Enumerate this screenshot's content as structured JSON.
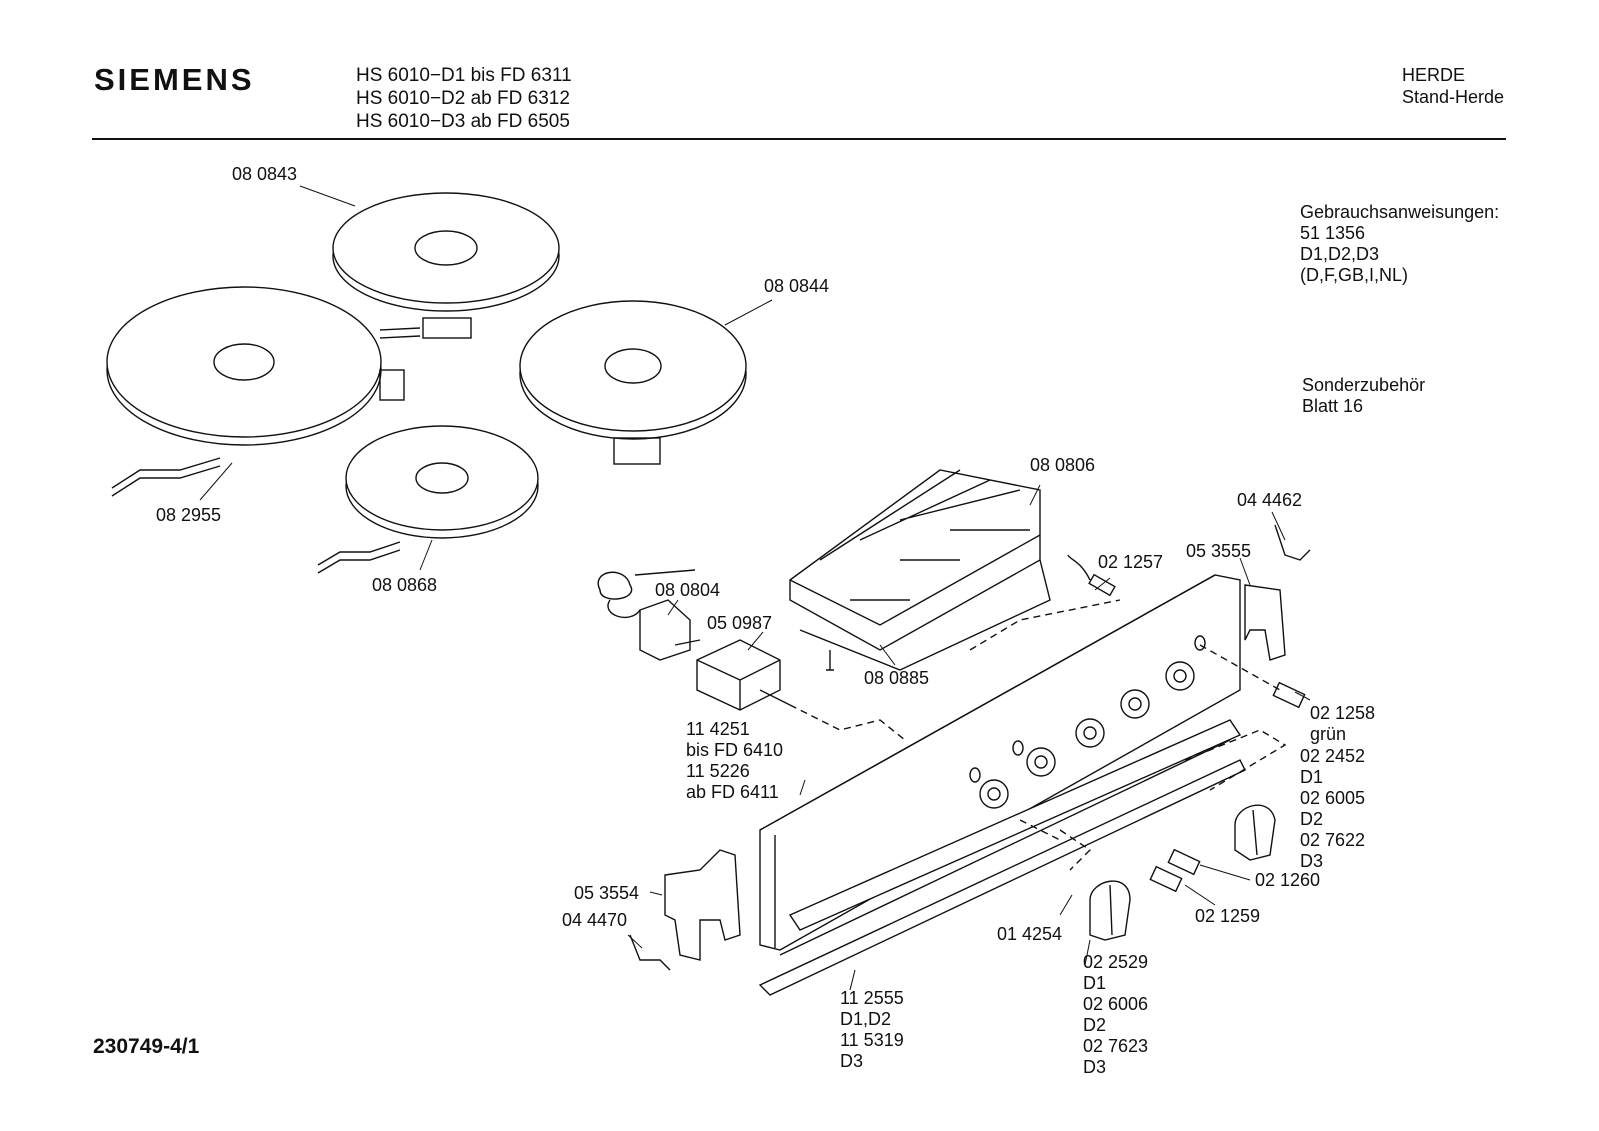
{
  "header": {
    "brand": "SIEMENS",
    "models": [
      "HS 6010−D1  bis FD 6311",
      "HS 6010−D2  ab FD 6312",
      "HS 6010−D3  ab FD 6505"
    ],
    "category": "HERDE",
    "subcategory": "Stand-Herde"
  },
  "notes": {
    "manuals_title": "Gebrauchsanweisungen:",
    "manuals_number": "51 1356",
    "manuals_variants": "D1,D2,D3",
    "manuals_languages": "(D,F,GB,I,NL)",
    "accessories_title": "Sonderzubehör",
    "accessories_ref": "Blatt 16"
  },
  "doc_id": "230749-4/1",
  "parts": [
    {
      "id": "p0843",
      "lines": [
        "08 0843"
      ]
    },
    {
      "id": "p0844",
      "lines": [
        "08 0844"
      ]
    },
    {
      "id": "p2955",
      "lines": [
        "08 2955"
      ]
    },
    {
      "id": "p0868",
      "lines": [
        "08 0868"
      ]
    },
    {
      "id": "p0806",
      "lines": [
        "08 0806"
      ]
    },
    {
      "id": "p4462",
      "lines": [
        "04 4462"
      ]
    },
    {
      "id": "p1257",
      "lines": [
        "02 1257"
      ]
    },
    {
      "id": "p3555",
      "lines": [
        "05 3555"
      ]
    },
    {
      "id": "p0804",
      "lines": [
        "08 0804"
      ]
    },
    {
      "id": "p0987",
      "lines": [
        "05 0987"
      ]
    },
    {
      "id": "p0885",
      "lines": [
        "08 0885"
      ]
    },
    {
      "id": "p1258",
      "lines": [
        "02 1258",
        "grün"
      ]
    },
    {
      "id": "p2452",
      "lines": [
        "02 2452",
        "D1",
        "02 6005",
        "D2",
        "02 7622",
        "D3"
      ]
    },
    {
      "id": "p4251",
      "lines": [
        "11 4251",
        "bis FD 6410",
        "11 5226",
        "ab FD 6411"
      ]
    },
    {
      "id": "p1260",
      "lines": [
        "02 1260"
      ]
    },
    {
      "id": "p1259",
      "lines": [
        "02 1259"
      ]
    },
    {
      "id": "p3554",
      "lines": [
        "05 3554"
      ]
    },
    {
      "id": "p4470",
      "lines": [
        "04 4470"
      ]
    },
    {
      "id": "p4254",
      "lines": [
        "01 4254"
      ]
    },
    {
      "id": "p2529",
      "lines": [
        "02 2529",
        "D1",
        "02 6006",
        "D2",
        "02 7623",
        "D3"
      ]
    },
    {
      "id": "p2555",
      "lines": [
        "11 2555",
        "D1,D2",
        "11 5319",
        "D3"
      ]
    }
  ]
}
